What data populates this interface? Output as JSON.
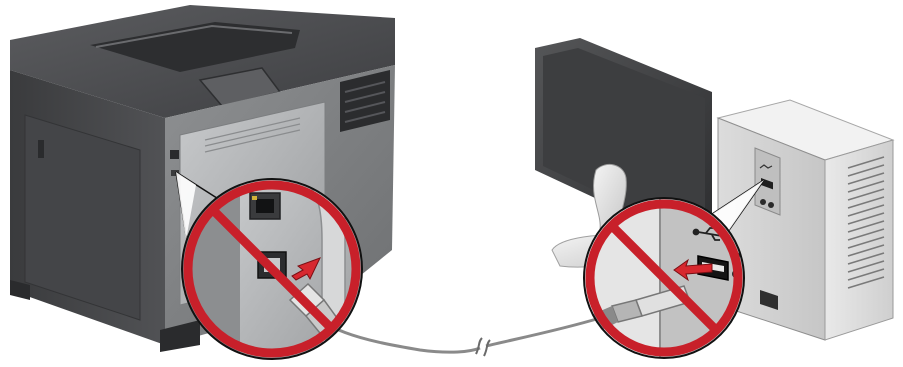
{
  "scene": {
    "left_device": "printer",
    "right_devices": [
      "monitor",
      "computer-tower"
    ],
    "left_port": "usb-b",
    "right_port": "usb-a",
    "instruction": "do-not-connect-usb-cable",
    "prohibition_symbol": "red-circle-with-slash"
  },
  "icons": [
    "usb-symbol-icon",
    "ethernet-port-icon",
    "prohibition-icon",
    "arrow-icon",
    "usb-plug-icon"
  ],
  "colors": {
    "prohibition_red": "#c8202a",
    "printer_body": "#4a4b4d",
    "printer_panel": "#a8aaac",
    "tower_body": "#d9d9d9",
    "monitor_bezel": "#3a3a3a",
    "cable": "#8a8a8a",
    "arrow": "#d7282f"
  }
}
